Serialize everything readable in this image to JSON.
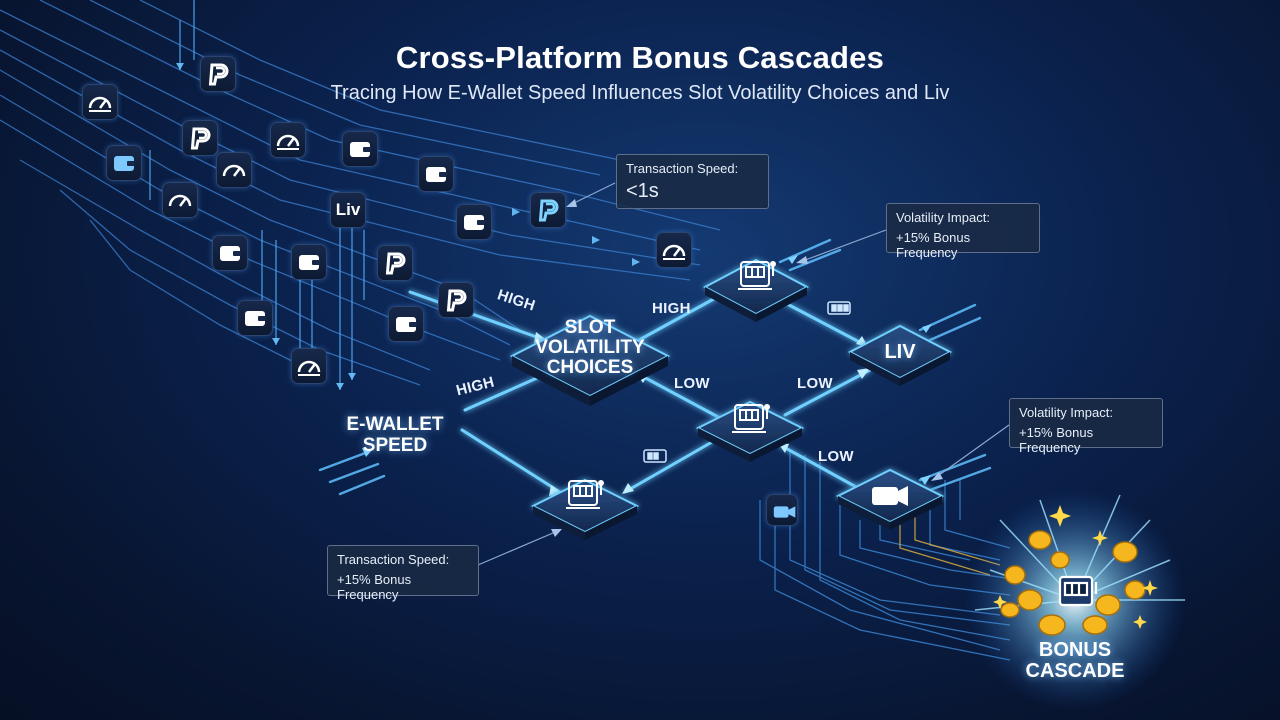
{
  "header": {
    "title": "Cross-Platform Bonus Cascades",
    "subtitle": "Tracing How E-Wallet Speed Influences Slot Volatility Choices and Liv"
  },
  "nodes": {
    "ewallet": "E-WALLET SPEED",
    "slot_line1": "SLOT",
    "slot_line2": "VOLATILITY",
    "slot_line3": "CHOICES",
    "liv": "LIV",
    "bonus_line1": "BONUS",
    "bonus_line2": "CASCADE",
    "ewallet_line1": "E-WALLET",
    "ewallet_line2": "SPEED"
  },
  "edge_labels": {
    "high_top_left": "HIGH",
    "high_top_right": "HIGH",
    "high_left": "HIGH",
    "low_center": "LOW",
    "low_right": "LOW",
    "low_bottom": "LOW"
  },
  "callouts": {
    "speed_top": {
      "label": "Transaction Speed:",
      "value": "<1s"
    },
    "volatility_top": {
      "label": "Volatility Impact:",
      "value": "+15% Bonus Frequency"
    },
    "volatility_right": {
      "label": "Volatility Impact:",
      "value": "+15% Bonus Frequency"
    },
    "speed_bottom": {
      "label": "Transaction Speed:",
      "value": "+15% Bonus Frequency"
    }
  },
  "icons": {
    "liv_tile": "Liv",
    "types": [
      "wallet-icon",
      "speedometer-icon",
      "paypal-icon",
      "slot-machine-icon",
      "video-camera-icon",
      "coins-icon"
    ]
  },
  "colors": {
    "accent": "#4fc3ff",
    "glow": "#7fd4ff",
    "gold": "#f5b61e",
    "panel": "#1a2a44"
  }
}
